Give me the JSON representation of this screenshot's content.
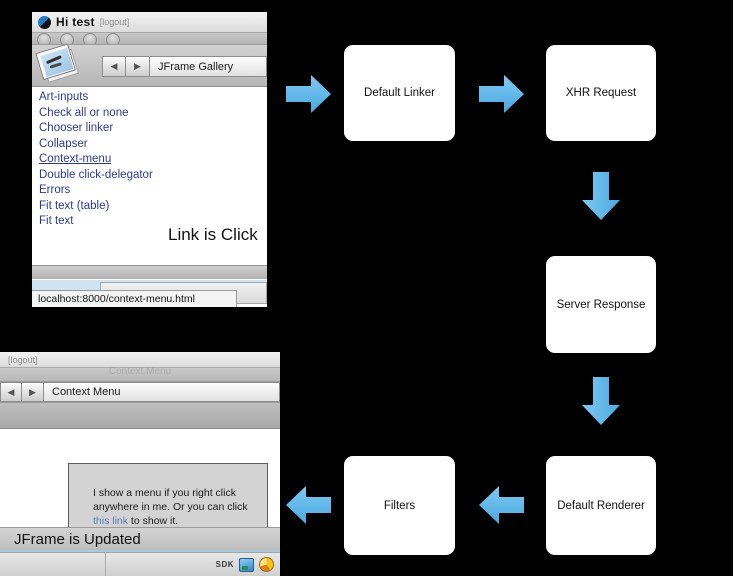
{
  "window_top": {
    "name": "JFrame Gallery browser",
    "title_greeting": "Hi test",
    "logout_label": "[logout]",
    "breadcrumb": "JFrame Gallery",
    "nav_back": "◀",
    "nav_forward": "▶",
    "links": [
      {
        "label": "Art-inputs",
        "hover": false
      },
      {
        "label": "Check all or none",
        "hover": false
      },
      {
        "label": "Chooser linker",
        "hover": false
      },
      {
        "label": "Collapser",
        "hover": false
      },
      {
        "label": "Context-menu",
        "hover": true
      },
      {
        "label": "Double click-delegator",
        "hover": false
      },
      {
        "label": "Errors",
        "hover": false
      },
      {
        "label": "Fit text (table)",
        "hover": false
      },
      {
        "label": "Fit text",
        "hover": false
      }
    ],
    "overlay_note": "Link is Click",
    "status_url": "localhost:8000/context-menu.html"
  },
  "window_bottom": {
    "name": "Context Menu browser",
    "logout_label": "[logout]",
    "ghost_title": "Context Menu",
    "breadcrumb": "Context Menu",
    "nav_back": "◀",
    "nav_forward": "▶",
    "panel_text_1": "I show a menu if you right click",
    "panel_text_2": "anywhere in me. Or you can click",
    "panel_link": "this link",
    "panel_text_3": " to show it.",
    "jframe_status": "JFrame is Updated",
    "taskbar_sdk": "SDK"
  },
  "flowchart": {
    "accent_color": "#68bdee",
    "node_bg": "#ffffff",
    "background": "#000000",
    "nodes": [
      {
        "id": "default-linker",
        "label": "Default Linker"
      },
      {
        "id": "xhr-request",
        "label": "XHR Request"
      },
      {
        "id": "server-response",
        "label": "Server Response"
      },
      {
        "id": "default-renderer",
        "label": "Default Renderer"
      },
      {
        "id": "filters",
        "label": "Filters"
      }
    ],
    "arrows": [
      {
        "id": "arrow-in-default-linker",
        "direction": "right"
      },
      {
        "id": "arrow-linker-to-xhr",
        "direction": "right"
      },
      {
        "id": "arrow-xhr-to-server",
        "direction": "down"
      },
      {
        "id": "arrow-server-to-renderer",
        "direction": "down"
      },
      {
        "id": "arrow-renderer-to-filters",
        "direction": "left"
      },
      {
        "id": "arrow-out-filters",
        "direction": "left"
      }
    ]
  }
}
